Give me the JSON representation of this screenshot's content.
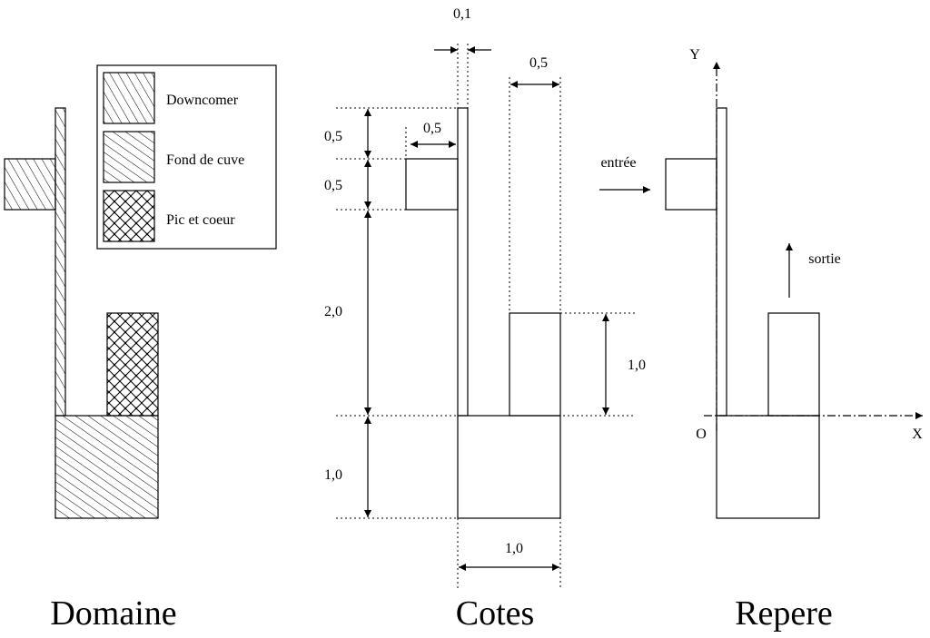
{
  "legend": {
    "downcomer": "Downcomer",
    "fond_de_cuve": "Fond de cuve",
    "pic_et_coeur": "Pic et coeur"
  },
  "panels": {
    "domaine": "Domaine",
    "cotes": "Cotes",
    "repere": "Repere"
  },
  "dimensions": {
    "d_0_1": "0,1",
    "d_0_5_width_right": "0,5",
    "d_0_5_width_inlet": "0,5",
    "d_0_5_top": "0,5",
    "d_0_5_inlet_height": "0,5",
    "d_2_0": "2,0",
    "d_1_0_core": "1,0",
    "d_1_0_bottom": "1,0",
    "d_1_0_width": "1,0"
  },
  "frame": {
    "entree": "entrée",
    "sortie": "sortie",
    "y_axis": "Y",
    "x_axis": "X",
    "origin": "O"
  }
}
